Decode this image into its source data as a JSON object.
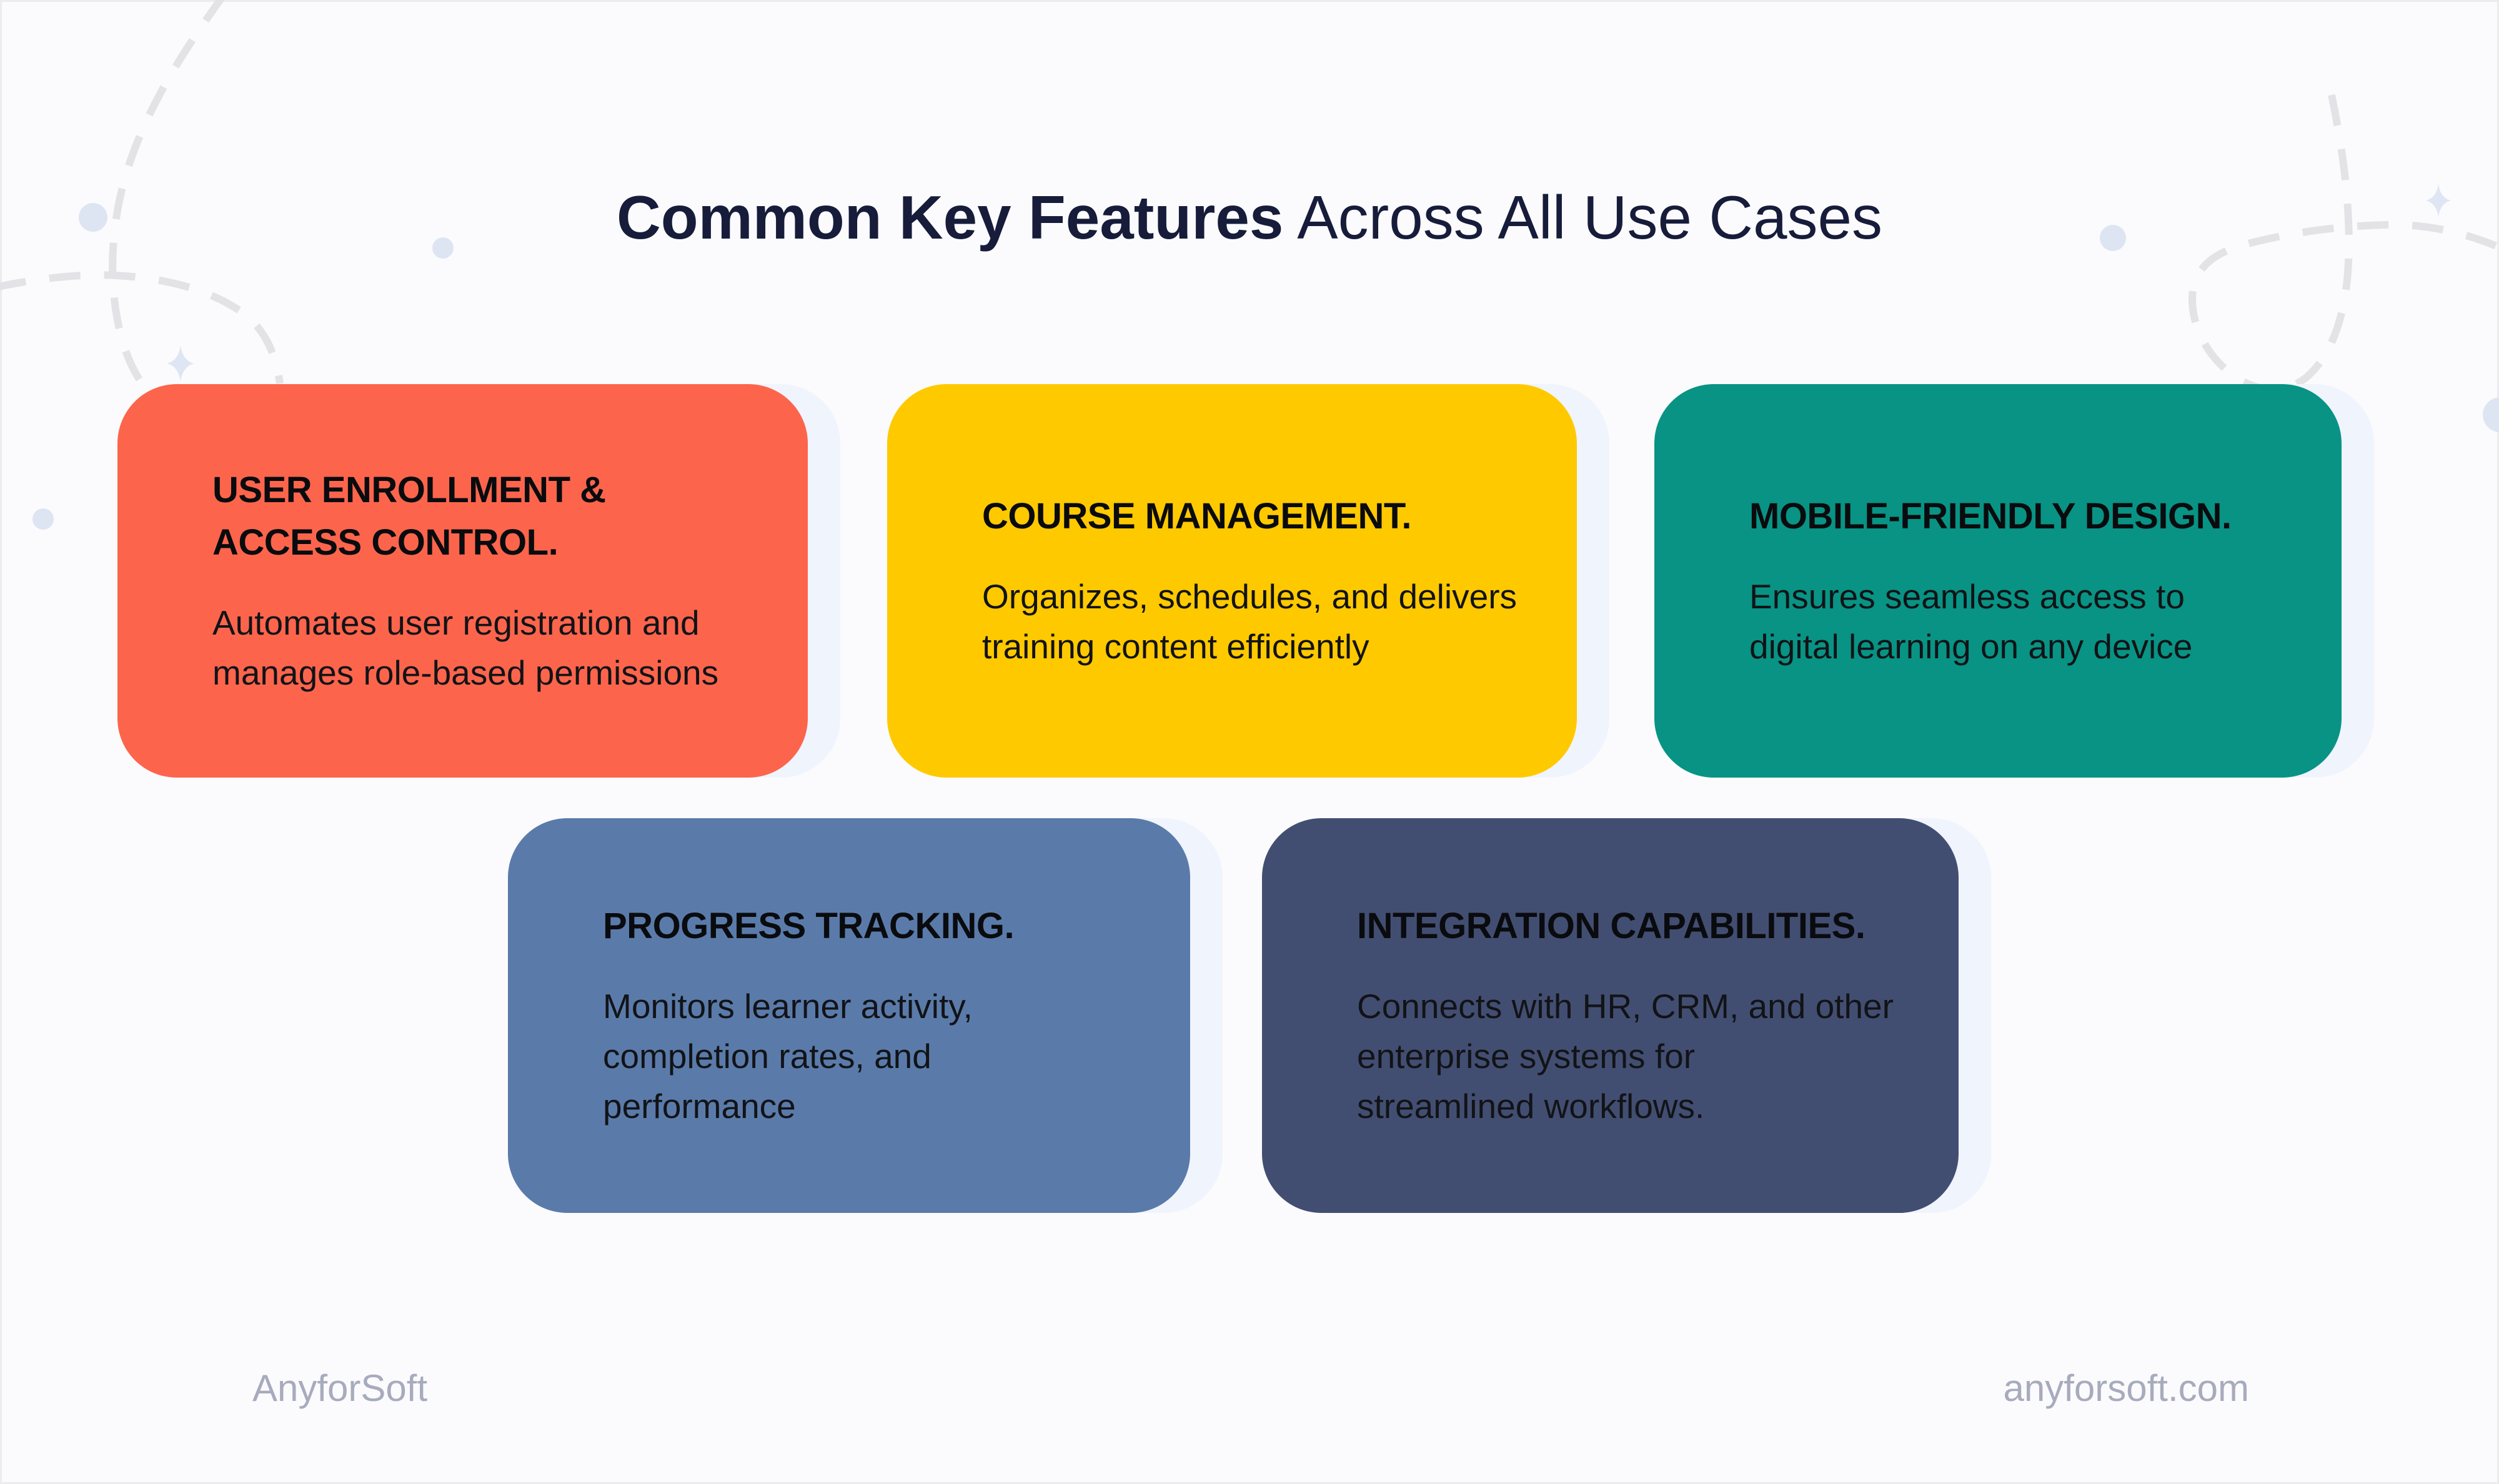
{
  "title": {
    "bold": "Common Key Features",
    "regular": " Across All Use Cases"
  },
  "cards": [
    {
      "id": "user-enrollment-access-control",
      "accent": "#fc654c",
      "heading": "USER ENROLLMENT &\nACCESS CONTROL.",
      "body": "Automates user registration and\nmanages role-based permissions"
    },
    {
      "id": "course-management",
      "accent": "#ffc900",
      "heading": "COURSE MANAGEMENT.",
      "body": "Organizes, schedules, and delivers\ntraining content efficiently"
    },
    {
      "id": "mobile-friendly-design",
      "accent": "#089384",
      "heading": "MOBILE-FRIENDLY DESIGN.",
      "body": "Ensures seamless access to\ndigital learning on any device"
    },
    {
      "id": "progress-tracking",
      "accent": "#5a7baa",
      "heading": "PROGRESS TRACKING.",
      "body": "Monitors learner activity,\ncompletion rates, and\nperformance"
    },
    {
      "id": "integration-capabilities",
      "accent": "#424e71",
      "heading": "INTEGRATION CAPABILITIES.",
      "body": "Connects with HR, CRM, and other\nenterprise systems for\nstreamlined workflows."
    }
  ],
  "footer": {
    "brand": "AnyforSoft",
    "website": "anyforsoft.com"
  },
  "colors": {
    "page_background": "#fbfbfd",
    "card_background": "#f0f4fc",
    "title_text": "#161c3a",
    "heading_text": "#0a0b0e",
    "body_text": "#121317",
    "footer_text": "#a7abbd",
    "dashed_line": "#e3e3e7",
    "decor_dot": "#dde5f3",
    "sparkle": "#dee6f4"
  }
}
